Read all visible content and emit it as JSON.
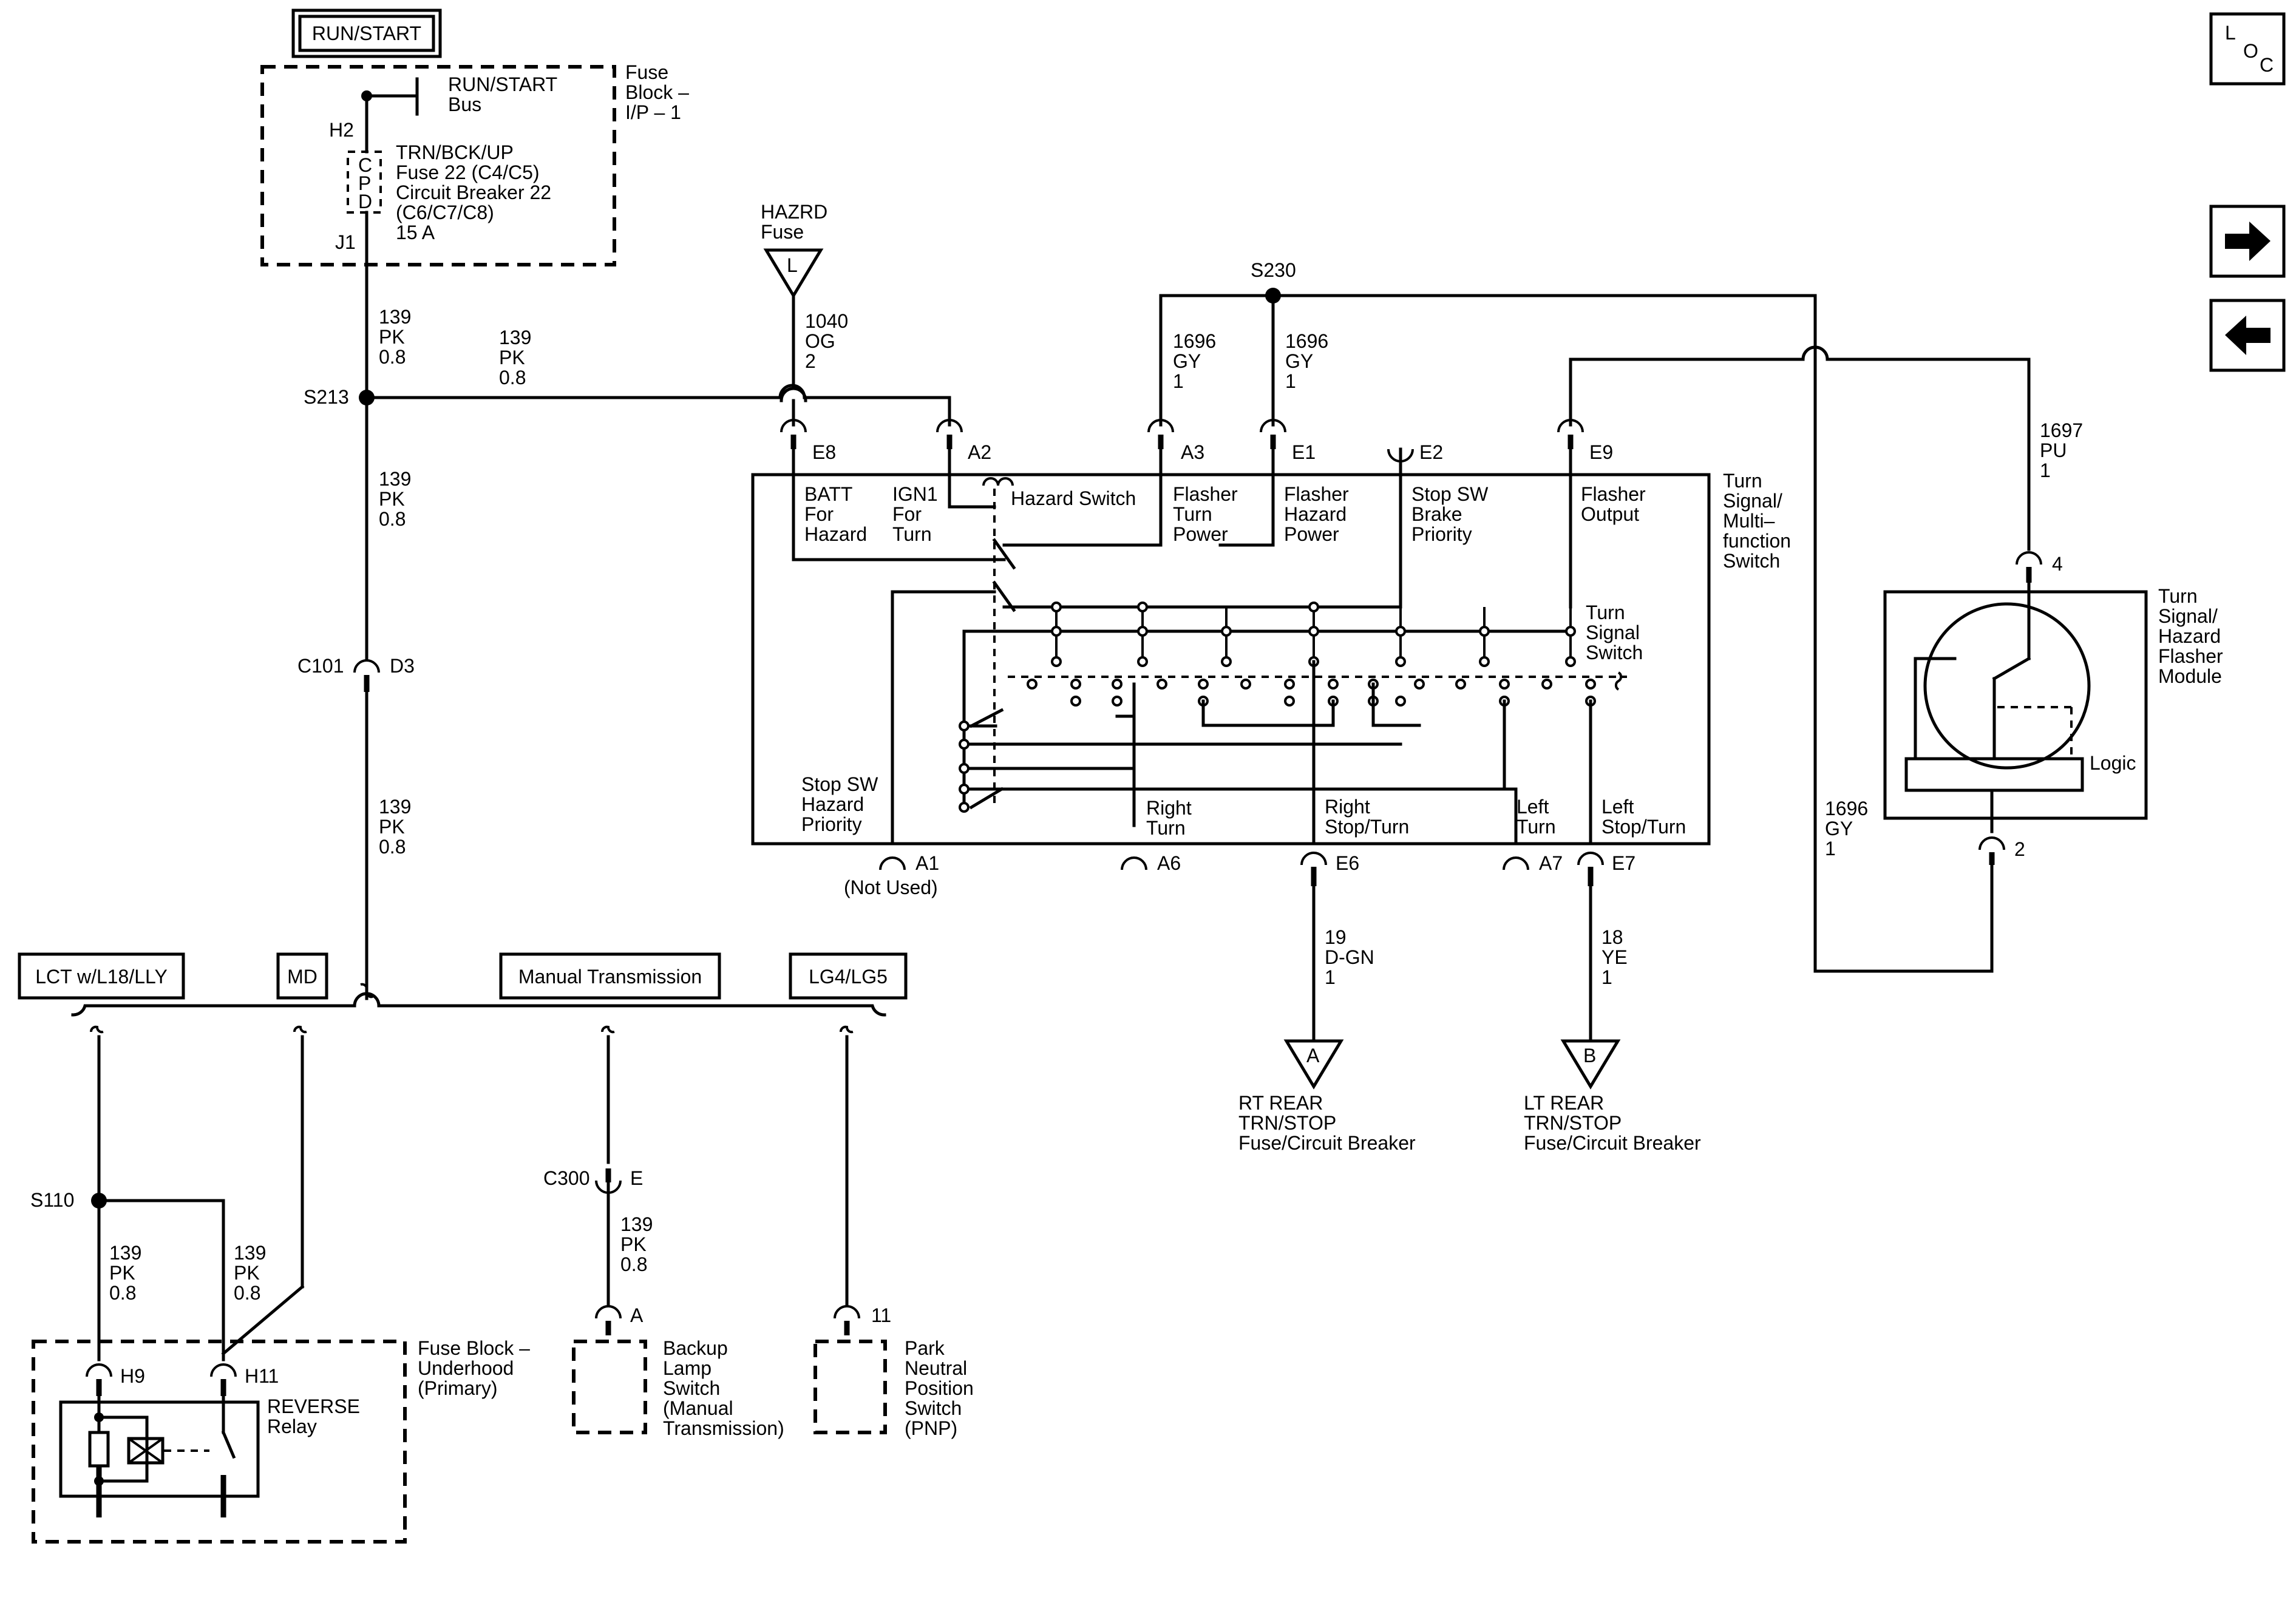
{
  "top": {
    "run_start_title": "RUN/START"
  },
  "fuse_block_ip": {
    "name_lines": [
      "Fuse",
      "Block –",
      "I/P – 1"
    ],
    "bus_lines": [
      "RUN/START",
      "Bus"
    ],
    "pin_top": "H2",
    "pin_bottom": "J1",
    "cpd_letters": [
      "C",
      "P",
      "D"
    ],
    "fuse_lines": [
      "TRN/BCK/UP",
      "Fuse 22 (C4/C5)",
      "Circuit Breaker 22",
      "(C6/C7/C8)",
      "15 A"
    ]
  },
  "hazrd_fuse": {
    "name_lines": [
      "HAZRD",
      "Fuse"
    ],
    "symbol": "L"
  },
  "wires": {
    "w139_a": [
      "139",
      "PK",
      "0.8"
    ],
    "w139_b": [
      "139",
      "PK",
      "0.8"
    ],
    "w139_c": [
      "139",
      "PK",
      "0.8"
    ],
    "w139_d": [
      "139",
      "PK",
      "0.8"
    ],
    "w1040": [
      "1040",
      "OG",
      "2"
    ],
    "w1696_a": [
      "1696",
      "GY",
      "1"
    ],
    "w1696_b": [
      "1696",
      "GY",
      "1"
    ],
    "w1696_c": [
      "1696",
      "GY",
      "1"
    ],
    "w1697": [
      "1697",
      "PU",
      "1"
    ],
    "w19": [
      "19",
      "D-GN",
      "1"
    ],
    "w18": [
      "18",
      "YE",
      "1"
    ],
    "w139_s110_left": [
      "139",
      "PK",
      "0.8"
    ],
    "w139_s110_right": [
      "139",
      "PK",
      "0.8"
    ],
    "w139_c300": [
      "139",
      "PK",
      "0.8"
    ]
  },
  "splices": {
    "s213": "S213",
    "s230": "S230",
    "s110": "S110"
  },
  "connectors": {
    "c101": "C101",
    "c101_pin": "D3",
    "c300": "C300",
    "c300_pin": "E"
  },
  "switch": {
    "name_lines": [
      "Turn",
      "Signal/",
      "Multi–",
      "function",
      "Switch"
    ],
    "pins_top": [
      "E8",
      "A2",
      "A3",
      "E1",
      "E2",
      "E9"
    ],
    "pins_bottom": [
      "A1",
      "A6",
      "E6",
      "A7",
      "E7"
    ],
    "not_used": "(Not Used)",
    "batt_lines": [
      "BATT",
      "For",
      "Hazard"
    ],
    "ign_lines": [
      "IGN1",
      "For",
      "Turn"
    ],
    "hazard_switch": "Hazard Switch",
    "flasher_turn_lines": [
      "Flasher",
      "Turn",
      "Power"
    ],
    "flasher_hazard_lines": [
      "Flasher",
      "Hazard",
      "Power"
    ],
    "stop_sw_brake_lines": [
      "Stop SW",
      "Brake",
      "Priority"
    ],
    "flasher_output_lines": [
      "Flasher",
      "Output"
    ],
    "turn_signal_switch_lines": [
      "Turn",
      "Signal",
      "Switch"
    ],
    "stop_sw_hazard_lines": [
      "Stop SW",
      "Hazard",
      "Priority"
    ],
    "right_turn_lines": [
      "Right",
      "Turn"
    ],
    "right_stop_lines": [
      "Right",
      "Stop/Turn"
    ],
    "left_turn_lines": [
      "Left",
      "Turn"
    ],
    "left_stop_lines": [
      "Left",
      "Stop/Turn"
    ]
  },
  "flasher_module": {
    "name_lines": [
      "Turn",
      "Signal/",
      "Hazard",
      "Flasher",
      "Module"
    ],
    "logic": "Logic",
    "pin_top": "4",
    "pin_bottom": "2"
  },
  "outputs": {
    "a_symbol": "A",
    "a_lines": [
      "RT REAR",
      "TRN/STOP",
      "Fuse/Circuit Breaker"
    ],
    "b_symbol": "B",
    "b_lines": [
      "LT REAR",
      "TRN/STOP",
      "Fuse/Circuit Breaker"
    ]
  },
  "options": {
    "lct": "LCT w/L18/LLY",
    "md": "MD",
    "manual": "Manual Transmission",
    "lg": "LG4/LG5"
  },
  "fuse_block_underhood": {
    "name_lines": [
      "Fuse Block –",
      "Underhood",
      "(Primary)"
    ],
    "pin_h9": "H9",
    "pin_h11": "H11",
    "relay_lines": [
      "REVERSE",
      "Relay"
    ]
  },
  "backup_switch": {
    "pin": "A",
    "name_lines": [
      "Backup",
      "Lamp",
      "Switch",
      "(Manual",
      "Transmission)"
    ]
  },
  "pnp_switch": {
    "pin": "11",
    "name_lines": [
      "Park",
      "Neutral",
      "Position",
      "Switch",
      "(PNP)"
    ]
  },
  "nav": {
    "loc_letters": [
      "L",
      "O",
      "C"
    ],
    "next_icon": "arrow-right",
    "prev_icon": "arrow-left"
  }
}
